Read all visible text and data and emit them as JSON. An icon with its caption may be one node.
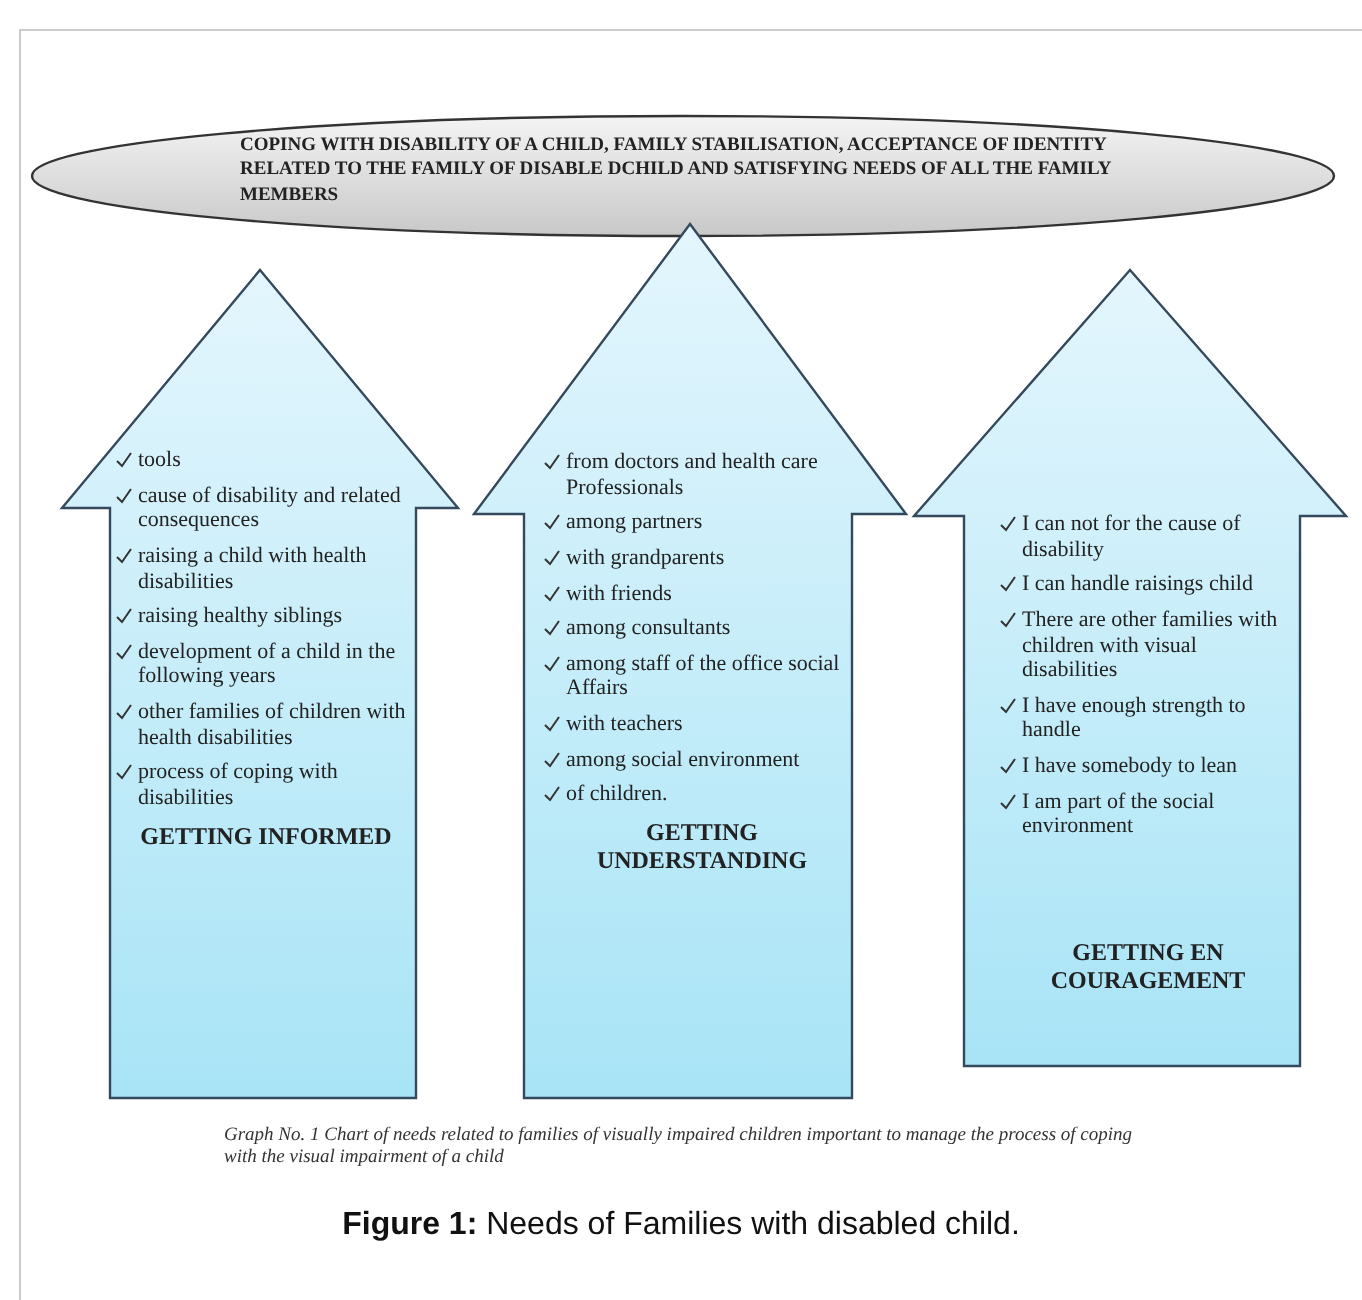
{
  "diagram": {
    "caption": "**Figure 1:** Needs of Families with disabled child.",
    "nodes": [
      {
        "text": [
          "COPING WITH DISABILITY OF A CHILD, FAMILY STABILISATION, ACCEPTANCE OF IDENTITY RELATED TO THE FAMILY OF DISABLE DCHILD AND SATISFYING NEEDS OF ALL THE FAMILY MEMBERS"
        ]
      },
      {
        "text": [
          "tools",
          "cause of disability and related consequences",
          "raising a child with health disabilities",
          "raising healthy siblings",
          "development of a child in the following years",
          "other families of children with health disabilities",
          "process of coping with disabilities",
          "GETTING INFORMED"
        ]
      },
      {
        "text": [
          "from doctors and health care Professionals",
          "among partners",
          "with grandparents",
          "with friends",
          "among consultants",
          "among staff of the office social Affairs",
          "with teachers",
          "among social environment",
          "of children.",
          "GETTING UNDERSTANDING"
        ]
      },
      {
        "text": [
          "I can not for the cause of disability",
          "I can handle raisings child",
          "There are other families with children with visual disabilities",
          "I have enough strength to handle",
          "I have somebody to lean",
          "I am part of the social environment",
          "GETTING EN COURAGEMENT"
        ]
      }
    ],
    "labels": [
      "Graph No. 1 Chart of needs related to families of visually impaired children important to manage the process of coping with the visual impairment of a child"
    ]
  }
}
